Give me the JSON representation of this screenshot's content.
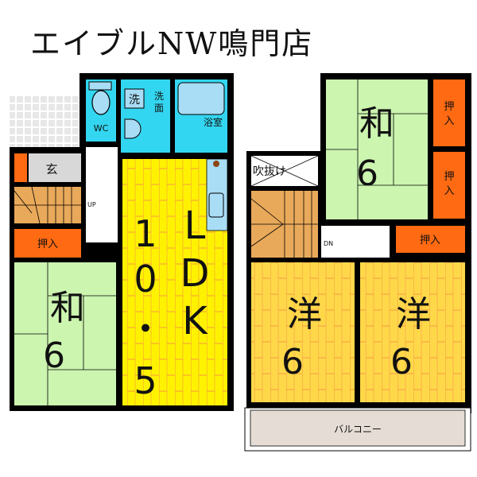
{
  "title": "エイブルNW鳴門店",
  "colors": {
    "wall": "#000000",
    "tatami": "#ccf5b0",
    "ldk_floor": "#fff200",
    "western_floor": "#ffd84a",
    "floor_line": "#f59a42",
    "closet": "#ff6a12",
    "wet_area": "#33d6f0",
    "fixture": "#a9dcf5",
    "entrance": "#d8d8d8",
    "stairs": "#e9a95a",
    "balcony": "#e5ddd5",
    "tile": "#e7e7e7"
  },
  "floor1": {
    "rooms": {
      "wc": "WC",
      "washroom_machine": "洗",
      "washroom_label_1": "洗",
      "washroom_label_2": "面",
      "bath": "浴室",
      "entrance": "玄",
      "stairs_up": "UP",
      "closet": "押入",
      "japanese_room": {
        "type": "和",
        "size": "6"
      },
      "ldk": {
        "type_chars": [
          "L",
          "D",
          "K"
        ],
        "size_chars": [
          "1",
          "0",
          "・",
          "5"
        ]
      }
    }
  },
  "floor2": {
    "rooms": {
      "void": "吹抜け",
      "stairs_down": "DN",
      "japanese_room": {
        "type": "和",
        "size": "6"
      },
      "closet_top_1": "押",
      "closet_top_2": "入",
      "closet_mid_1": "押",
      "closet_mid_2": "入",
      "closet_bottom": "押入",
      "western_room_left": {
        "type": "洋",
        "size": "6"
      },
      "western_room_right": {
        "type": "洋",
        "size": "6"
      },
      "balcony": "バルコニー"
    }
  }
}
